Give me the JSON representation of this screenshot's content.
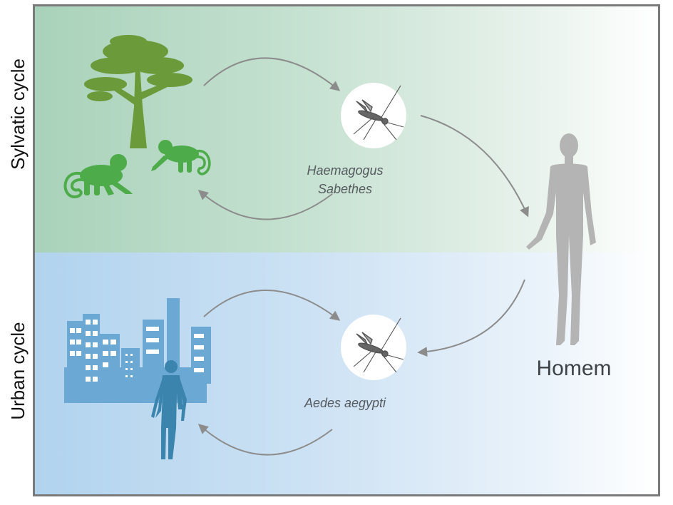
{
  "cycles": {
    "sylvatic_label": "Sylvatic cycle",
    "urban_label": "Urban cycle"
  },
  "vectors": {
    "sylvatic_line1": "Haemagogus",
    "sylvatic_line2": "Sabethes",
    "urban": "Aedes aegypti"
  },
  "host": {
    "label": "Homem"
  },
  "colors": {
    "tree": "#6a9a3a",
    "monkey": "#4eab4a",
    "city": "#6ba8d4",
    "city_person": "#3b84ad",
    "human": "#b4b4b4",
    "arrow": "#8c8c8c"
  },
  "icons": [
    "tree-icon",
    "monkey-icon",
    "mosquito-icon",
    "human-icon",
    "city-icon",
    "person-icon"
  ]
}
